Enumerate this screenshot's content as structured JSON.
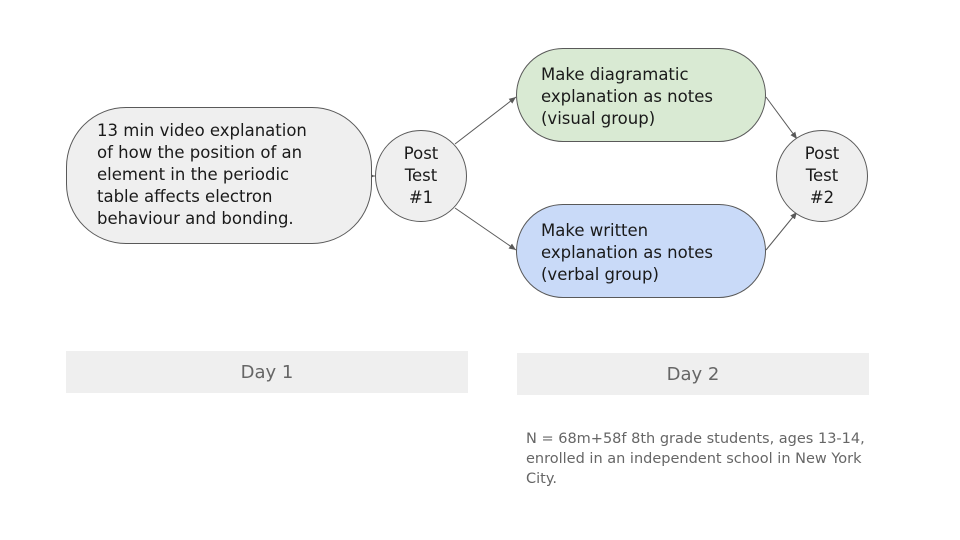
{
  "nodes": {
    "video": {
      "lines": [
        "13 min video explanation",
        "of how the position of an",
        "element in the periodic",
        "table affects electron",
        "behaviour and bonding."
      ]
    },
    "post_test_1": {
      "lines": [
        "Post",
        "Test",
        "#1"
      ]
    },
    "visual": {
      "lines": [
        "Make diagramatic",
        "explanation as notes",
        "(visual group)"
      ]
    },
    "verbal": {
      "lines": [
        "Make written",
        "explanation as notes",
        "(verbal group)"
      ]
    },
    "post_test_2": {
      "lines": [
        "Post",
        "Test",
        "#2"
      ]
    }
  },
  "labels": {
    "day1": "Day 1",
    "day2": "Day 2"
  },
  "note": "N = 68m+58f 8th grade students, ages 13-14, enrolled in an independent school in New York City.",
  "colors": {
    "gray": "#efefef",
    "green": "#d9ead3",
    "blue": "#c9daf8",
    "stroke": "#595959"
  }
}
